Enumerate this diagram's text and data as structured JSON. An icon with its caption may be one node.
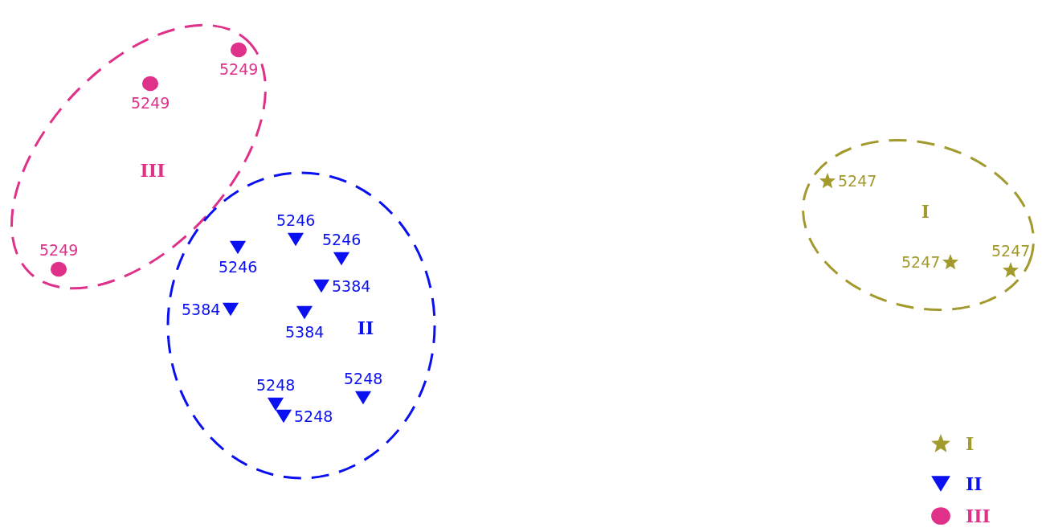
{
  "diagram": {
    "nodes": [
      {
        "text": [
          "III"
        ]
      },
      {
        "text": [
          "5249"
        ],
        "in": 0
      },
      {
        "text": [
          "5249"
        ],
        "in": 0
      },
      {
        "text": [
          "5249"
        ],
        "in": 0
      },
      {
        "text": [
          "II"
        ]
      },
      {
        "text": [
          "5246"
        ],
        "in": 4
      },
      {
        "text": [
          "5246"
        ],
        "in": 4
      },
      {
        "text": [
          "5246"
        ],
        "in": 4
      },
      {
        "text": [
          "5384"
        ],
        "in": 4
      },
      {
        "text": [
          "5384"
        ],
        "in": 4
      },
      {
        "text": [
          "5384"
        ],
        "in": 4
      },
      {
        "text": [
          "5248"
        ],
        "in": 4
      },
      {
        "text": [
          "5248"
        ],
        "in": 4
      },
      {
        "text": [
          "5248"
        ],
        "in": 4
      },
      {
        "text": [
          "I"
        ]
      },
      {
        "text": [
          "5247"
        ],
        "in": 14
      },
      {
        "text": [
          "5247"
        ],
        "in": 14
      },
      {
        "text": [
          "5247"
        ],
        "in": 14
      }
    ],
    "legend": [
      {
        "text": "I"
      },
      {
        "text": "II"
      },
      {
        "text": "III"
      }
    ]
  }
}
